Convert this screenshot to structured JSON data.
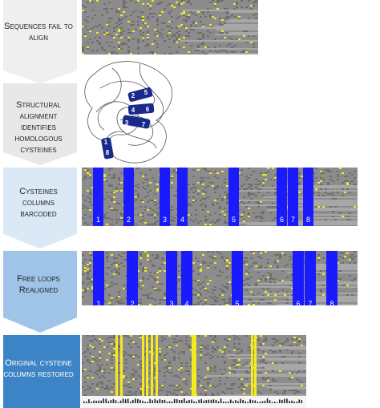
{
  "colors": {
    "stage1": "#efefef",
    "stage2": "#e8e8e8",
    "stage3": "#dbe9f6",
    "stage4": "#9fc4e8",
    "stage5": "#3d84c6",
    "gap": "#c8c8c8",
    "residue": "#8c8c8c",
    "cysteine": "#f5ea1f",
    "barcode": "#1a1aff"
  },
  "steps": [
    {
      "label": "Sequences fail to align"
    },
    {
      "label": "Structural alignment identifies homologous cysteines"
    },
    {
      "label": "Cysteines columns barcoded"
    },
    {
      "label": "Free loops Realigned"
    },
    {
      "label": "Original cysteine columns restored"
    }
  ],
  "structure_icon": "protein-ribbon-structure",
  "structure_labels": [
    "2",
    "5",
    "4",
    "6",
    "3",
    "7",
    "1",
    "8"
  ],
  "barcode_labels_step3": [
    "1",
    "2",
    "3",
    "4",
    "5",
    "6",
    "7",
    "8"
  ],
  "barcode_labels_step4": [
    "1",
    "2",
    "3",
    "4",
    "5",
    "6",
    "7",
    "8"
  ]
}
